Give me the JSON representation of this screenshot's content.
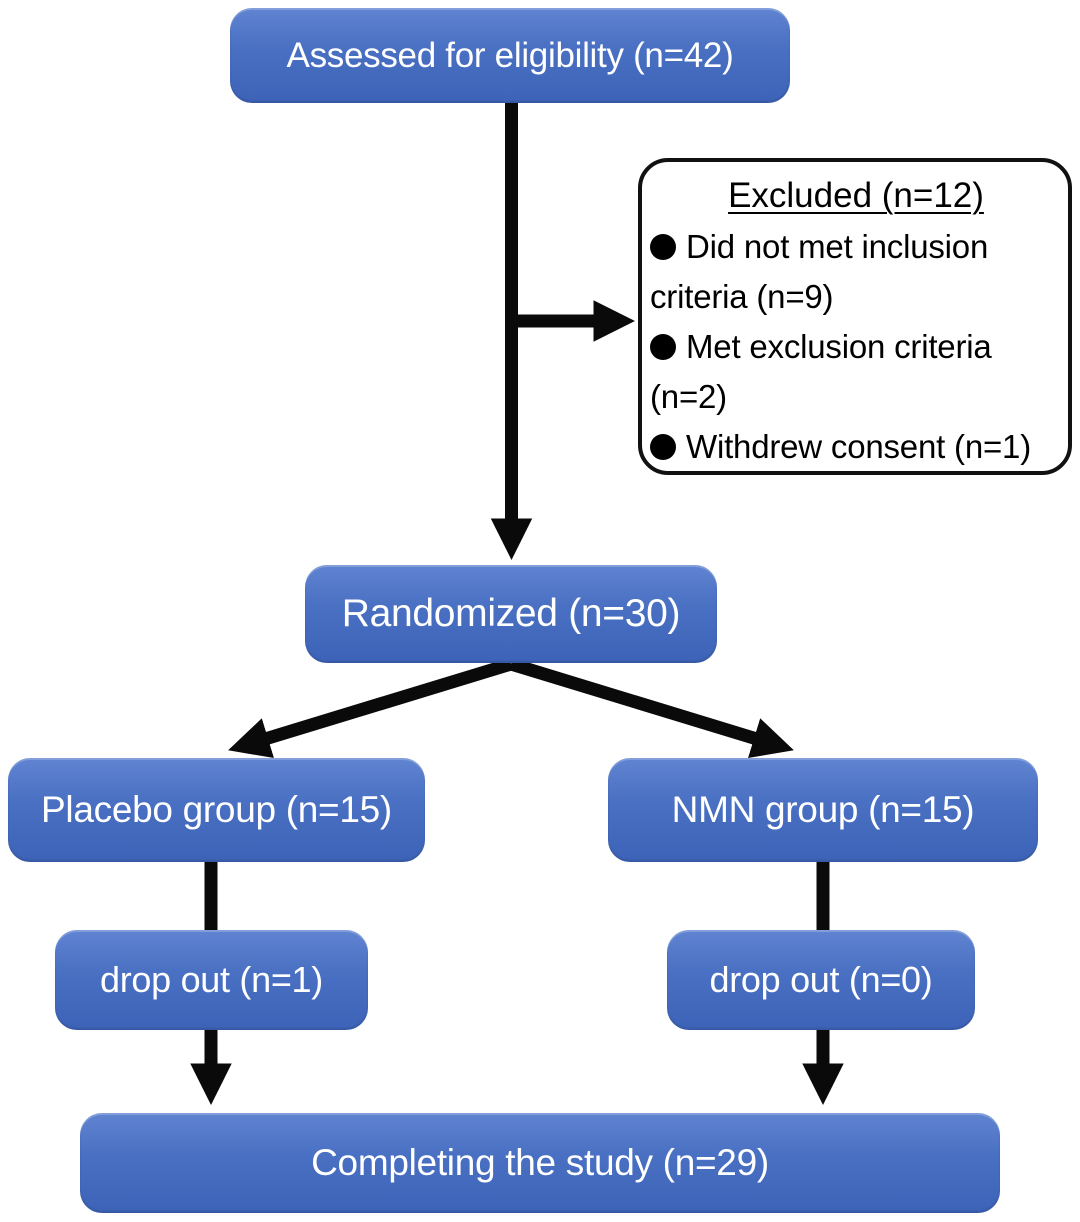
{
  "diagram": {
    "colors": {
      "box_fill_top": "#6084d1",
      "box_fill_bottom": "#3d63b8",
      "box_text": "#ffffff",
      "arrow": "#0a0a0a",
      "excluded_border": "#111111",
      "excluded_background": "#ffffff",
      "page_background": "#ffffff"
    },
    "boxes": {
      "assessed": {
        "label": "Assessed for eligibility (n=42)"
      },
      "excluded": {
        "title": "Excluded (n=12)",
        "items": [
          "Did not met inclusion criteria (n=9)",
          "Met exclusion criteria (n=2)",
          "Withdrew consent (n=1)"
        ]
      },
      "randomized": {
        "label": "Randomized (n=30)"
      },
      "placebo": {
        "label": "Placebo group (n=15)"
      },
      "nmn": {
        "label": "NMN group (n=15)"
      },
      "dropout_left": {
        "label": "drop out (n=1)"
      },
      "dropout_right": {
        "label": "drop out (n=0)"
      },
      "completing": {
        "label": "Completing the study (n=29)"
      }
    }
  }
}
